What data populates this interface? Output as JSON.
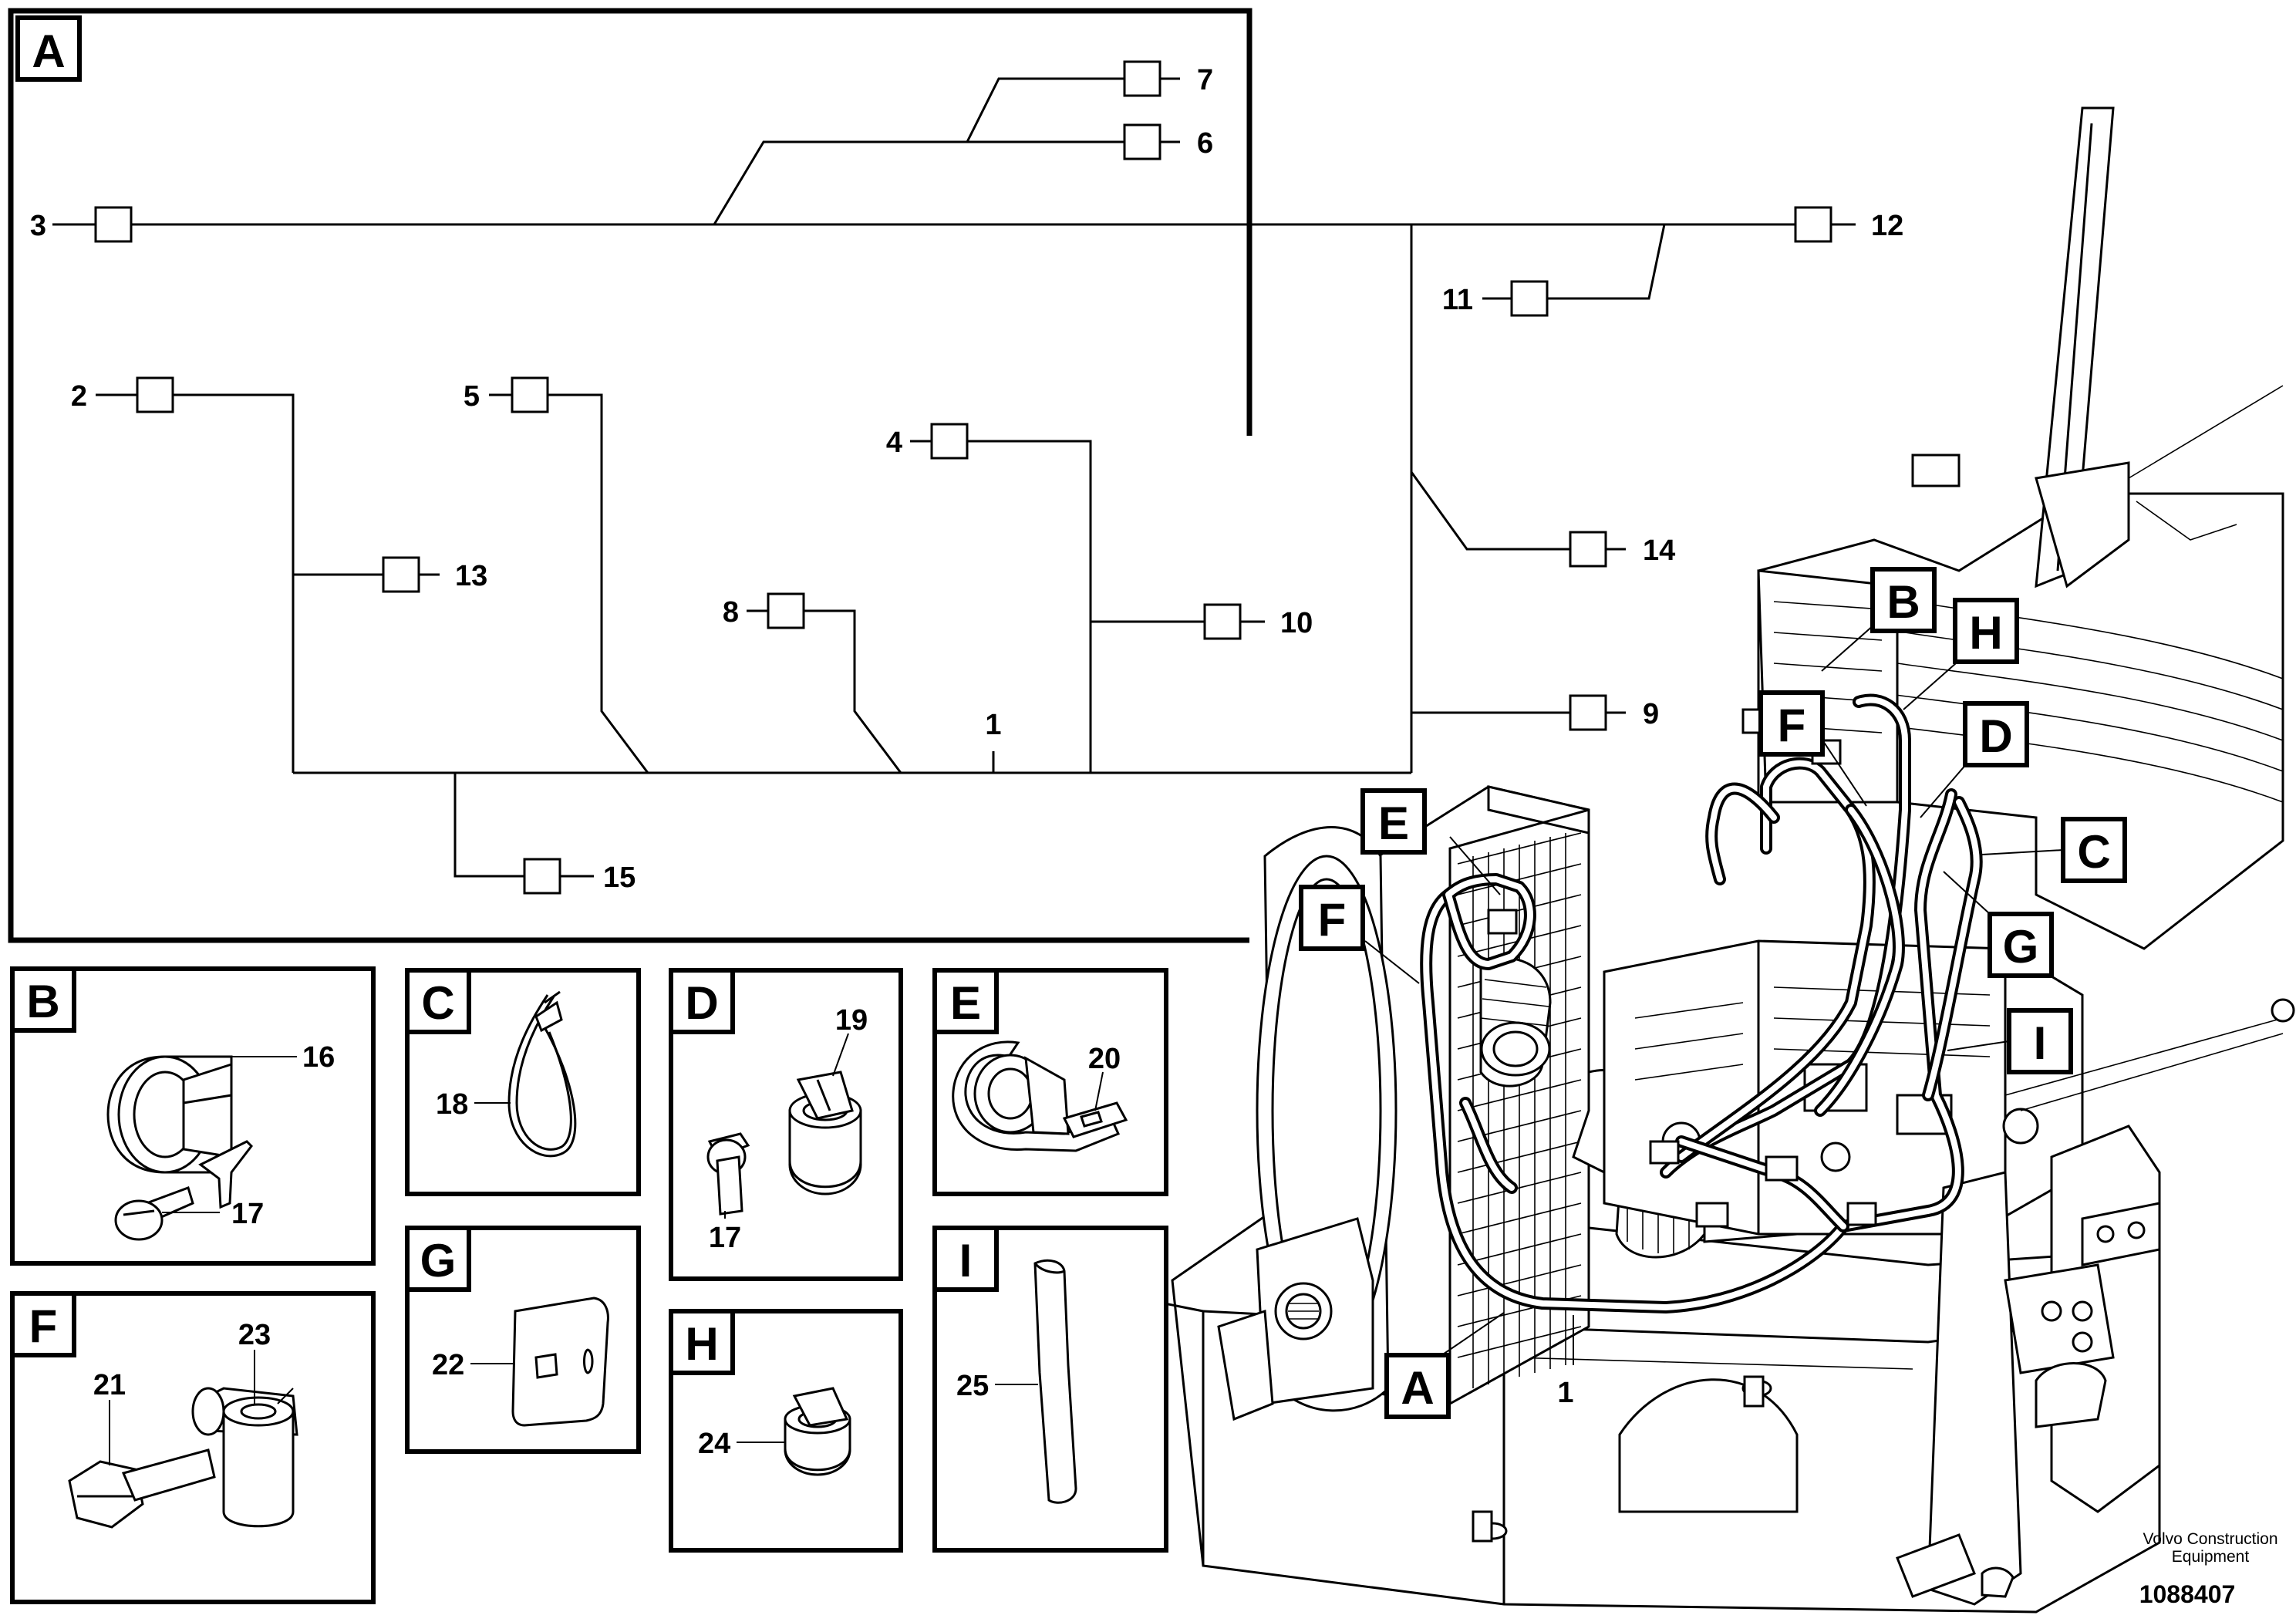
{
  "schematic": {
    "tag": "A",
    "items": [
      {
        "id": "1",
        "label": "1"
      },
      {
        "id": "2",
        "label": "2"
      },
      {
        "id": "3",
        "label": "3"
      },
      {
        "id": "4",
        "label": "4"
      },
      {
        "id": "5",
        "label": "5"
      },
      {
        "id": "6",
        "label": "6"
      },
      {
        "id": "7",
        "label": "7"
      },
      {
        "id": "8",
        "label": "8"
      },
      {
        "id": "9",
        "label": "9"
      },
      {
        "id": "10",
        "label": "10"
      },
      {
        "id": "11",
        "label": "11"
      },
      {
        "id": "12",
        "label": "12"
      },
      {
        "id": "13",
        "label": "13"
      },
      {
        "id": "14",
        "label": "14"
      },
      {
        "id": "15",
        "label": "15"
      }
    ]
  },
  "details": [
    {
      "tag": "B",
      "parts": [
        "16",
        "17"
      ]
    },
    {
      "tag": "C",
      "parts": [
        "18"
      ]
    },
    {
      "tag": "D",
      "parts": [
        "19",
        "17"
      ]
    },
    {
      "tag": "E",
      "parts": [
        "20"
      ]
    },
    {
      "tag": "F",
      "parts": [
        "21",
        "23"
      ]
    },
    {
      "tag": "G",
      "parts": [
        "22"
      ]
    },
    {
      "tag": "H",
      "parts": [
        "24"
      ]
    },
    {
      "tag": "I",
      "parts": [
        "25"
      ]
    }
  ],
  "machine": {
    "callouts": [
      "A",
      "B",
      "C",
      "D",
      "E",
      "F",
      "F",
      "G",
      "H",
      "I"
    ],
    "harness_label": "1"
  },
  "footer": {
    "credit_line1": "Volvo Construction",
    "credit_line2": "Equipment",
    "doc_number": "1088407"
  }
}
